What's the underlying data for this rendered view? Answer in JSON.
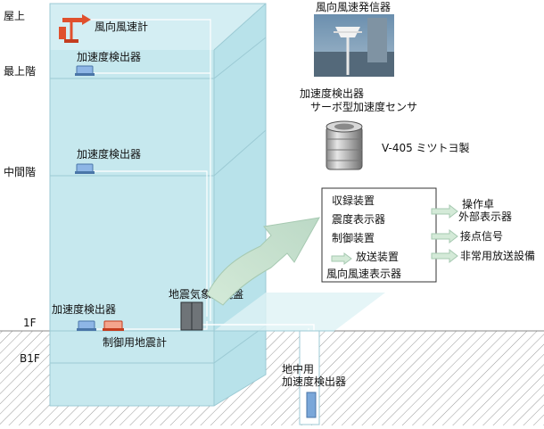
{
  "floors": {
    "roof": "屋上",
    "top": "最上階",
    "middle": "中間階",
    "first": "1F",
    "basement": "B1F"
  },
  "building_labels": {
    "wind_meter": "風向風速計",
    "accel_top": "加速度検出器",
    "accel_mid": "加速度検出器",
    "accel_1f": "加速度検出器",
    "monitor_panel": "地震気象監視盤",
    "control_seismometer": "制御用地震計",
    "underground_line1": "地中用",
    "underground_line2": "加速度検出器"
  },
  "right_panel": {
    "wind_transmitter": "風向風速発信器",
    "sensor_line1": "加速度検出器",
    "sensor_line2": "サーボ型加速度センサ",
    "sensor_model": "V-405 ミツトヨ製"
  },
  "system_box": {
    "recorder": "収録装置",
    "intensity_display": "震度表示器",
    "control_unit": "制御装置",
    "broadcast_unit": "放送装置",
    "wind_display": "風向風速表示器"
  },
  "outputs": {
    "console_line1": "操作卓",
    "console_line2": "外部表示器",
    "contact_signal": "接点信号",
    "emergency_broadcast": "非常用放送設備"
  }
}
